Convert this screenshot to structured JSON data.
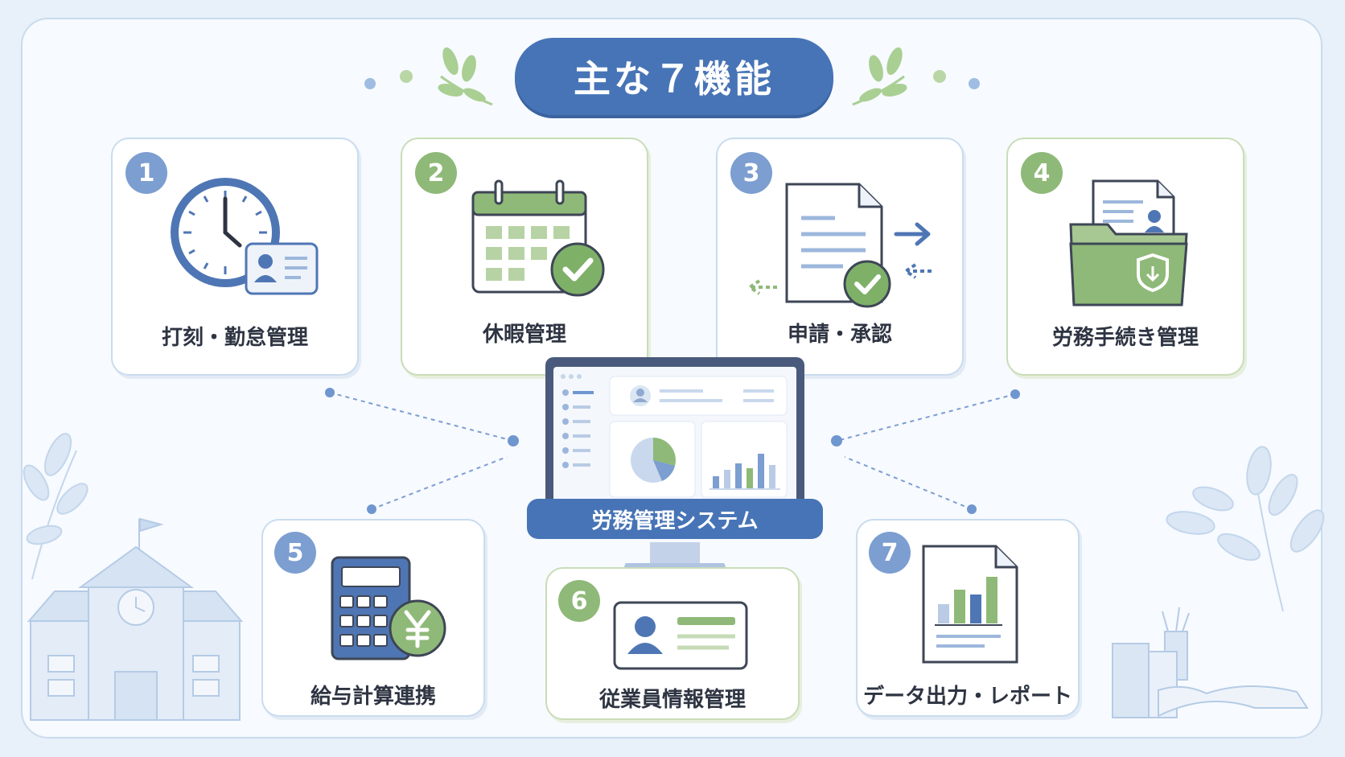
{
  "title": "主な７機能",
  "system_label": "労務管理システム",
  "colors": {
    "blue": "#4774b6",
    "light_blue": "#7c9ed0",
    "green": "#8fb978",
    "card_border_blue": "#c9dcef",
    "card_border_green": "#c8ddb8"
  },
  "features": [
    {
      "number": "1",
      "label": "打刻・勤怠管理",
      "icon": "clock-with-id-card-icon"
    },
    {
      "number": "2",
      "label": "休暇管理",
      "icon": "calendar-check-icon"
    },
    {
      "number": "3",
      "label": "申請・承認",
      "icon": "document-approval-icon"
    },
    {
      "number": "4",
      "label": "労務手続き管理",
      "icon": "folder-shield-icon"
    },
    {
      "number": "5",
      "label": "給与計算連携",
      "icon": "calculator-yen-icon"
    },
    {
      "number": "6",
      "label": "従業員情報管理",
      "icon": "employee-card-icon"
    },
    {
      "number": "7",
      "label": "データ出力・レポート",
      "icon": "report-chart-icon"
    }
  ]
}
